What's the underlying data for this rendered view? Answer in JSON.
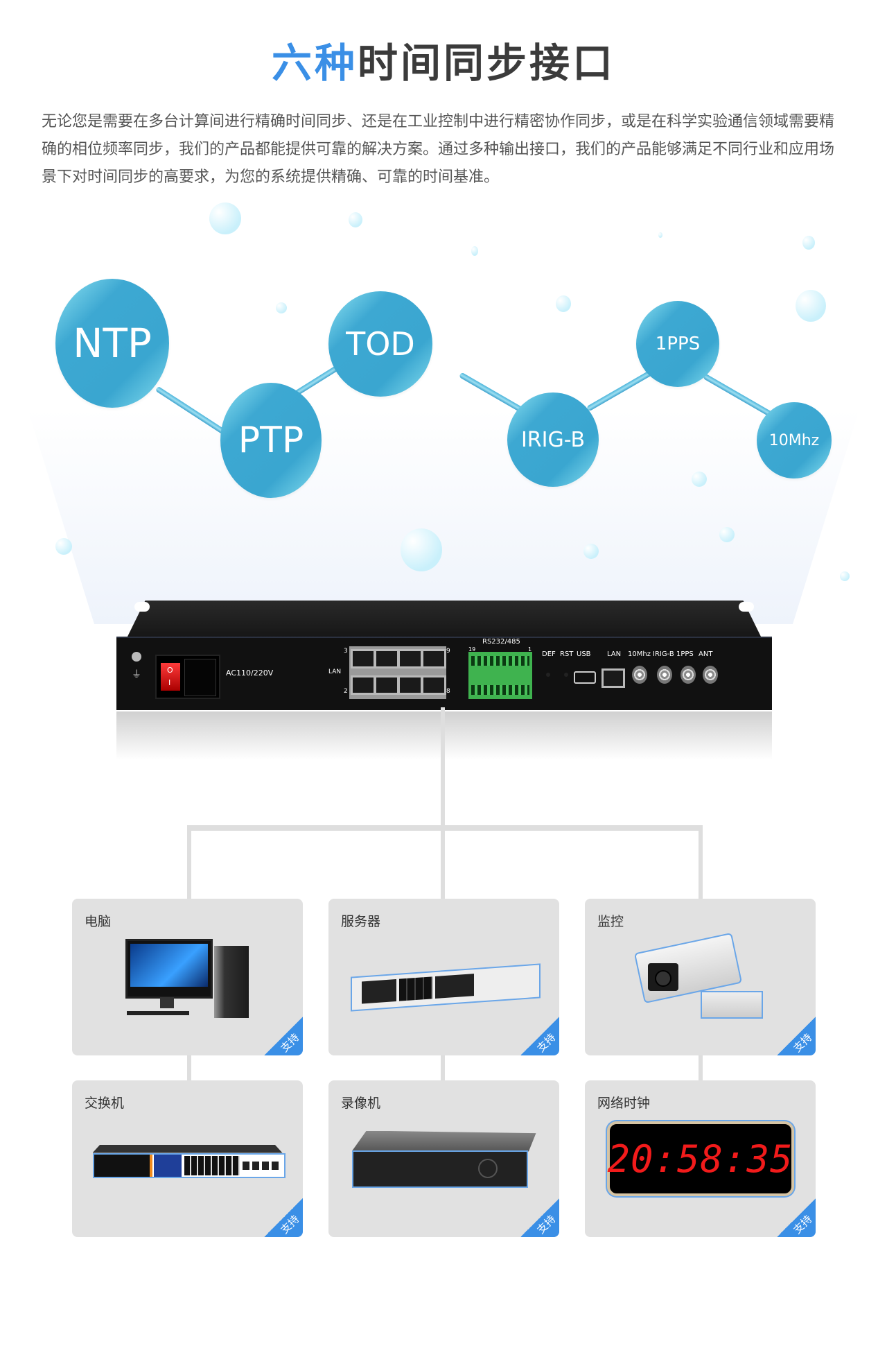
{
  "header": {
    "title_accent": "六种",
    "title_rest": "时间同步接口",
    "intro": "无论您是需要在多台计算间进行精确时间同步、还是在工业控制中进行精密协作同步，或是在科学实验通信领域需要精确的相位频率同步，我们的产品都能提供可靠的解决方案。通过多种输出接口，我们的产品能够满足不同行业和应用场景下对时间同步的高要求，为您的系统提供精确、可靠的时间基准。"
  },
  "interfaces": [
    "NTP",
    "PTP",
    "TOD",
    "IRIG-B",
    "1PPS",
    "10Mhz"
  ],
  "device_panel": {
    "power": "AC110/220V",
    "lan_group": "LAN",
    "lan_port_numbers": [
      "3",
      "9",
      "2",
      "8"
    ],
    "serial": "RS232/485",
    "serial_pins": [
      "19",
      "1"
    ],
    "def": "DEF",
    "rst": "RST",
    "usb": "USB",
    "lan": "LAN",
    "outputs": [
      "10Mhz",
      "IRIG-B",
      "1PPS",
      "ANT"
    ],
    "switch_on": "I",
    "switch_off": "O"
  },
  "devices": [
    {
      "name": "电脑",
      "icon": "desktop-computer-icon"
    },
    {
      "name": "服务器",
      "icon": "rack-server-icon"
    },
    {
      "name": "监控",
      "icon": "security-camera-icon"
    },
    {
      "name": "交换机",
      "icon": "network-switch-icon"
    },
    {
      "name": "录像机",
      "icon": "video-recorder-icon"
    },
    {
      "name": "网络时钟",
      "icon": "digital-clock-icon",
      "clock_time": "20:58:35"
    }
  ],
  "badge_label": "支持",
  "colors": {
    "accent": "#3a8fe6",
    "node": "#3aa6d0",
    "card_bg": "#e1e1e1"
  }
}
